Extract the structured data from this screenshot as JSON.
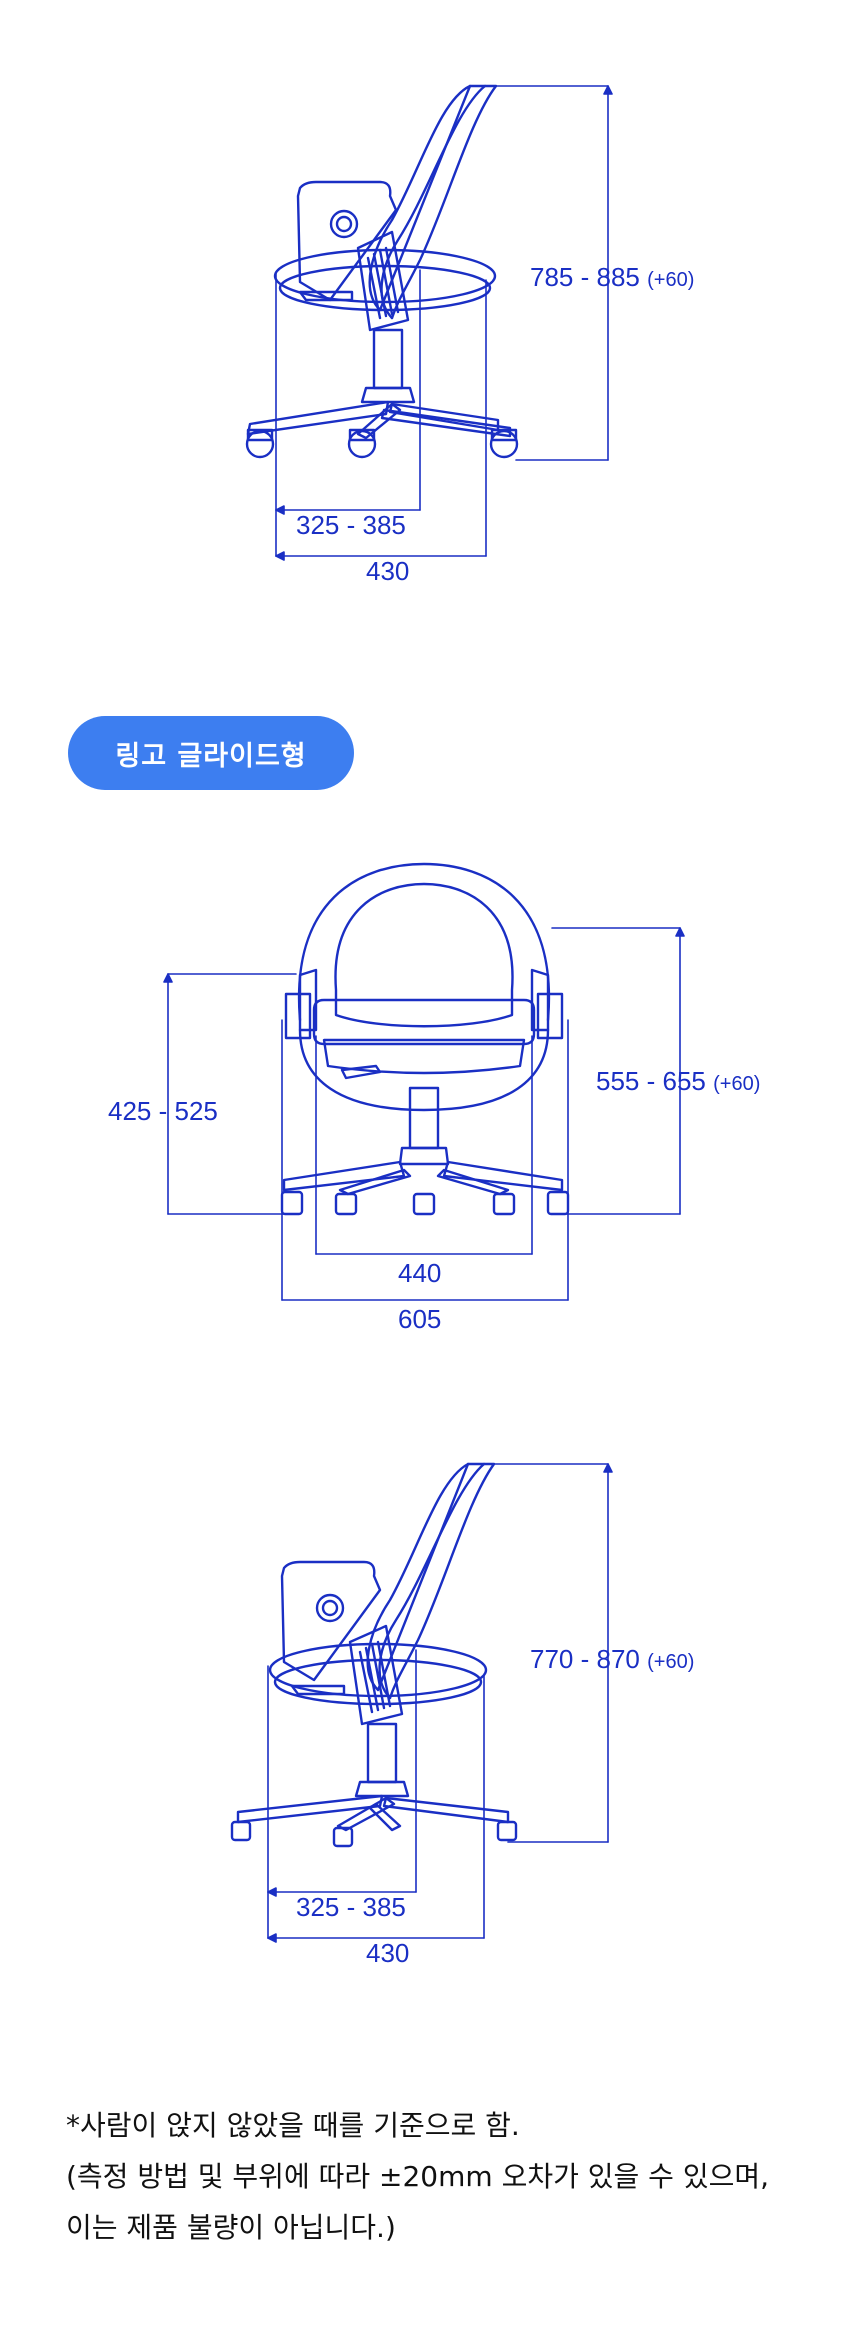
{
  "sections": [
    {
      "id": "side-view-1",
      "height_label": "785 - 885",
      "height_extra": "(+60)",
      "depth_label": "325 - 385",
      "width_label": "430"
    },
    {
      "id": "front-view",
      "badge": "링고 글라이드형",
      "seat_height_label": "425 - 525",
      "armrest_height_label": "555 - 655",
      "armrest_height_extra": "(+60)",
      "inner_width_label": "440",
      "outer_width_label": "605"
    },
    {
      "id": "side-view-2",
      "height_label": "770 - 870",
      "height_extra": "(+60)",
      "depth_label": "325 - 385",
      "width_label": "430"
    }
  ],
  "notes": [
    "*사람이 앉지 않았을 때를 기준으로 함.",
    "(측정 방법 및 부위에 따라 ±20mm 오차가 있을 수 있으며,",
    "이는 제품 불량이 아닙니다.)"
  ],
  "colors": {
    "line": "#1a2fc4",
    "badge_bg": "#3d7ef0",
    "badge_text": "#ffffff",
    "note_text": "#111111"
  }
}
